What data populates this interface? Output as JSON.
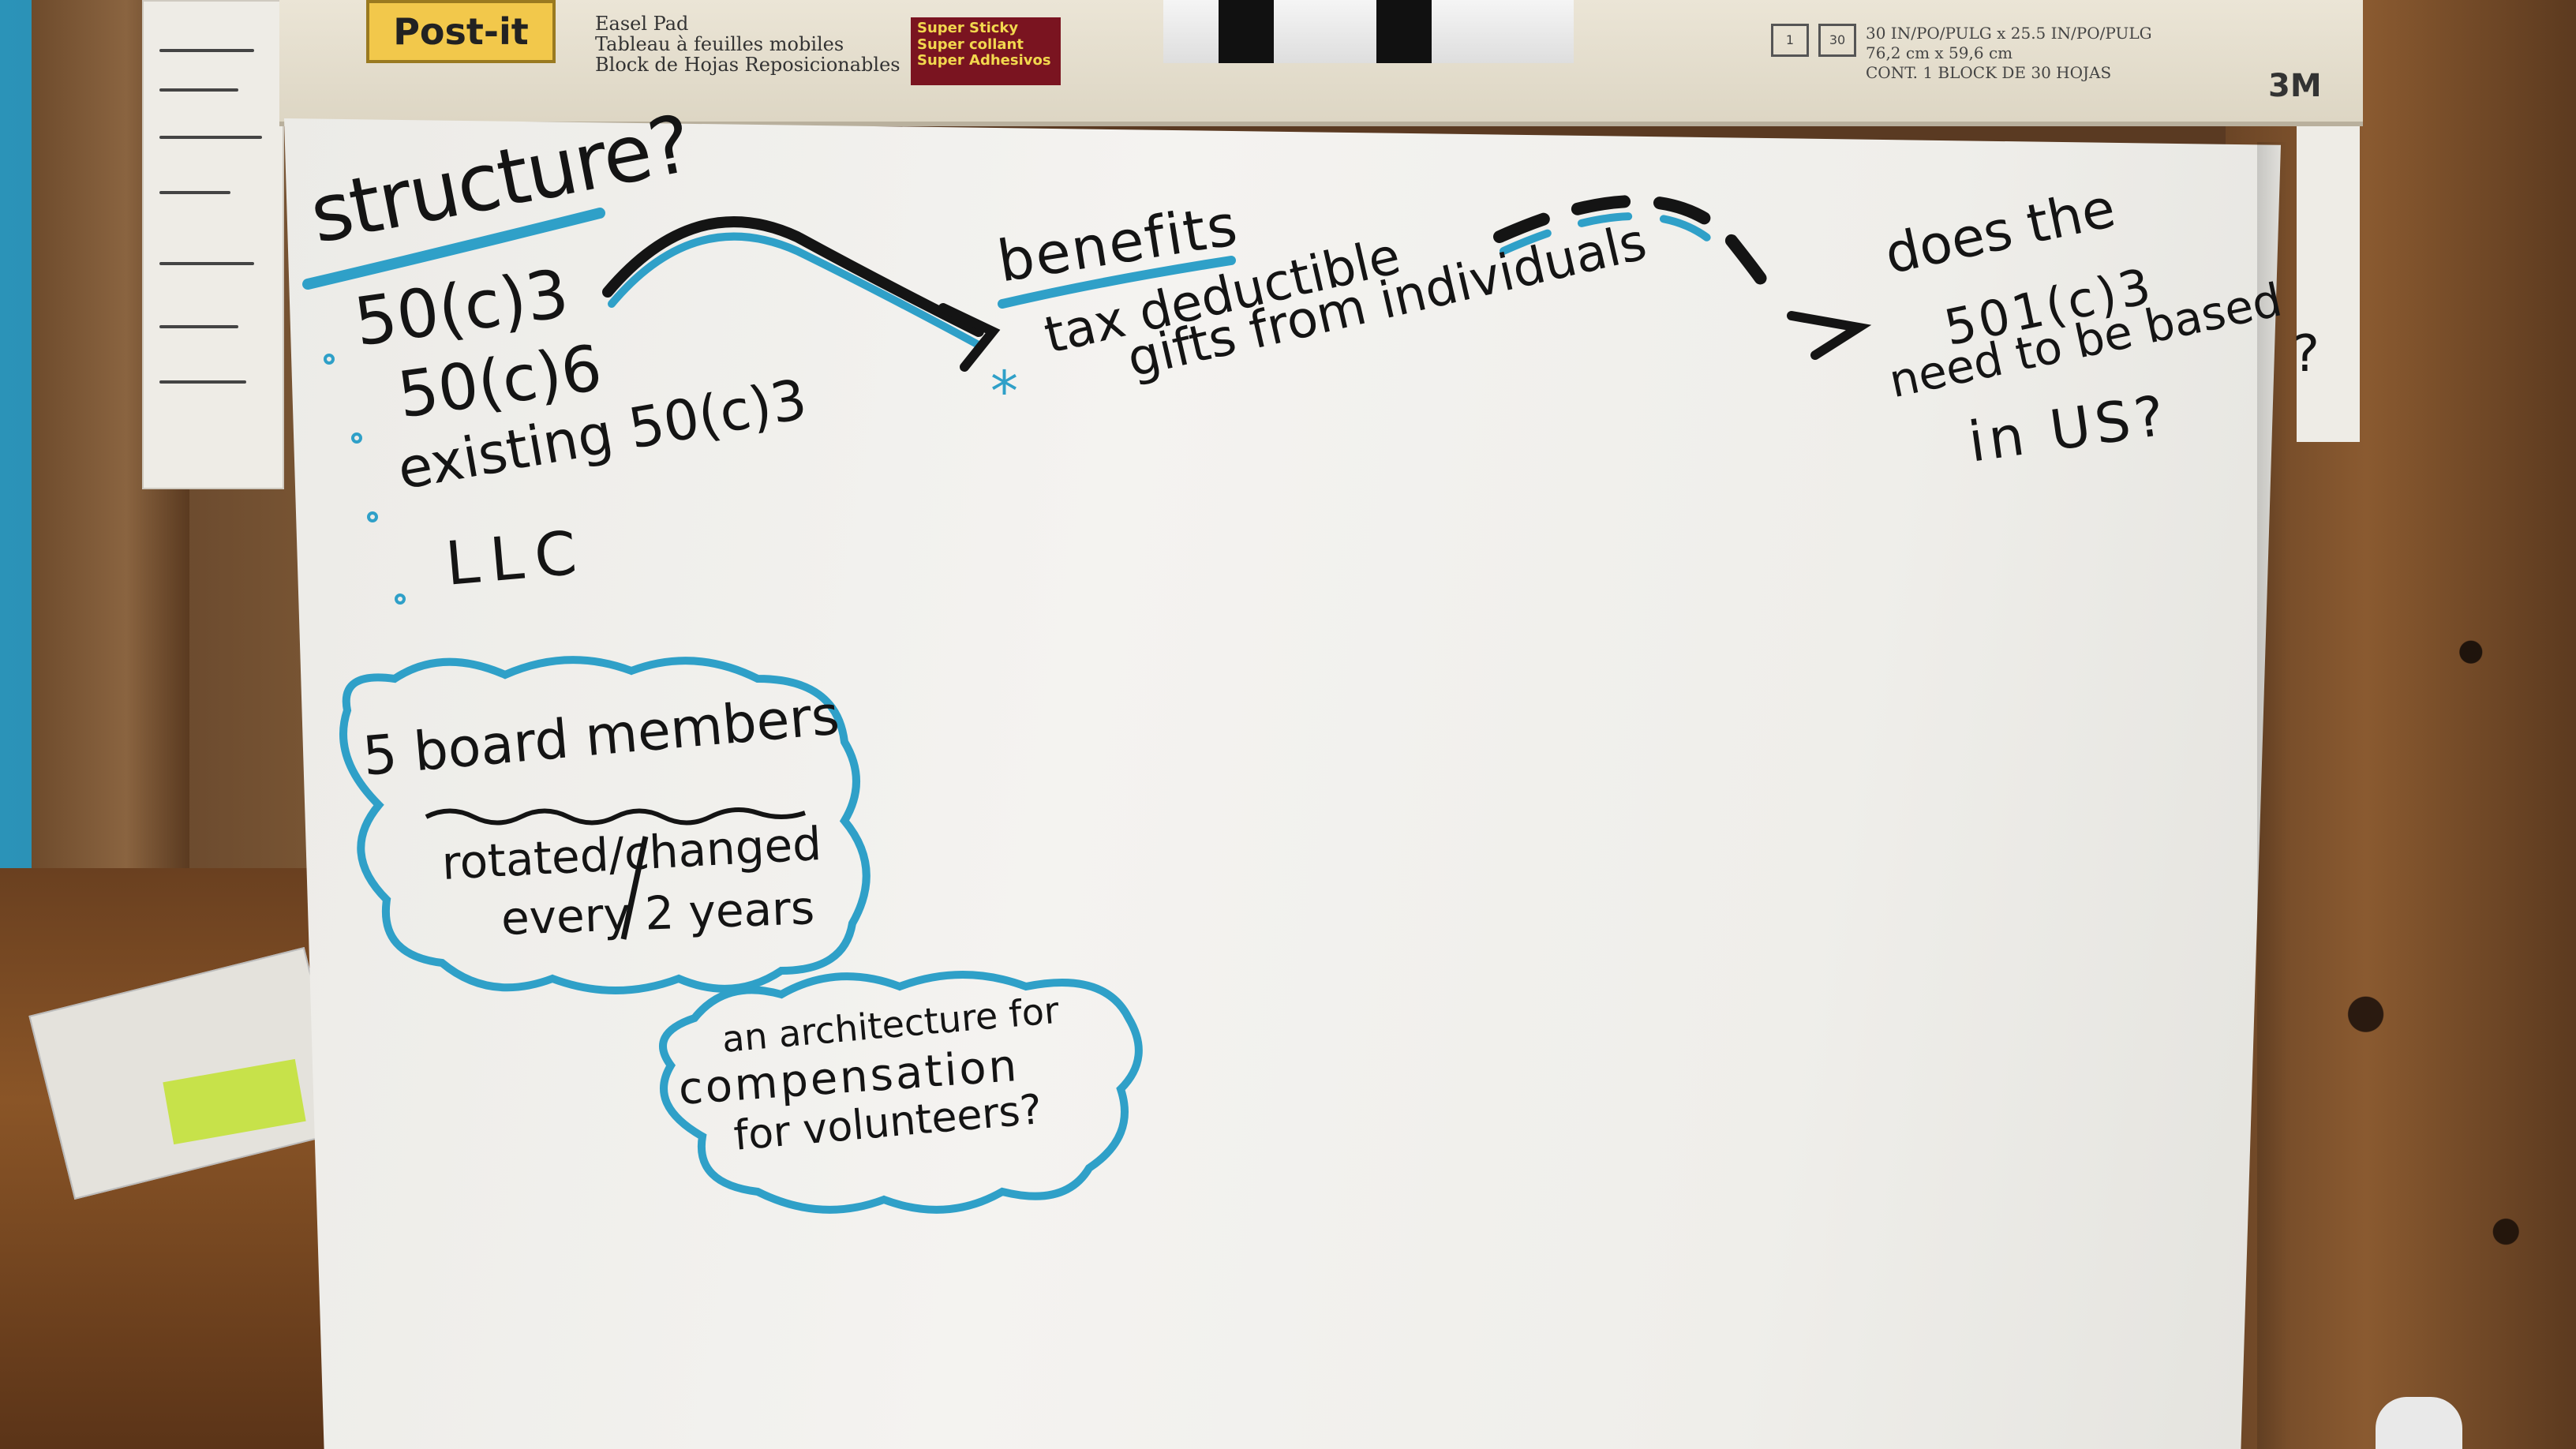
{
  "pad": {
    "brand": "Post-it",
    "product_lines": [
      "Easel Pad",
      "Tableau à feuilles mobiles",
      "Block de Hojas Reposicionables"
    ],
    "badge_lines": [
      "Super Sticky",
      "Super collant",
      "Super Adhesivos"
    ],
    "size_box_1": "1",
    "size_box_2": "30",
    "size_lines": [
      "30 IN/PO/PULG x 25.5 IN/PO/PULG",
      "76,2 cm x 59,6 cm",
      "CONT. 1 BLOCK DE 30 HOJAS"
    ],
    "manufacturer": "3M"
  },
  "chart": {
    "heading": "structure?",
    "options": [
      "50(c)3",
      "50(c)6",
      "existing 50(c)3",
      "LLC"
    ],
    "benefits_heading": "benefits",
    "benefit_line_1": "tax deductible",
    "benefit_line_2": "gifts from individuals",
    "question_lines": [
      "does the",
      "501(c)3",
      "need to be based",
      "in US?"
    ],
    "board_title": "5 board members",
    "board_line_1": "rotated/changed",
    "board_line_2": "every 2 years",
    "comp_lines": [
      "an architecture for",
      "compensation",
      "for volunteers?"
    ]
  },
  "colors": {
    "marker_black": "#141414",
    "marker_blue": "#2fa0c8"
  }
}
